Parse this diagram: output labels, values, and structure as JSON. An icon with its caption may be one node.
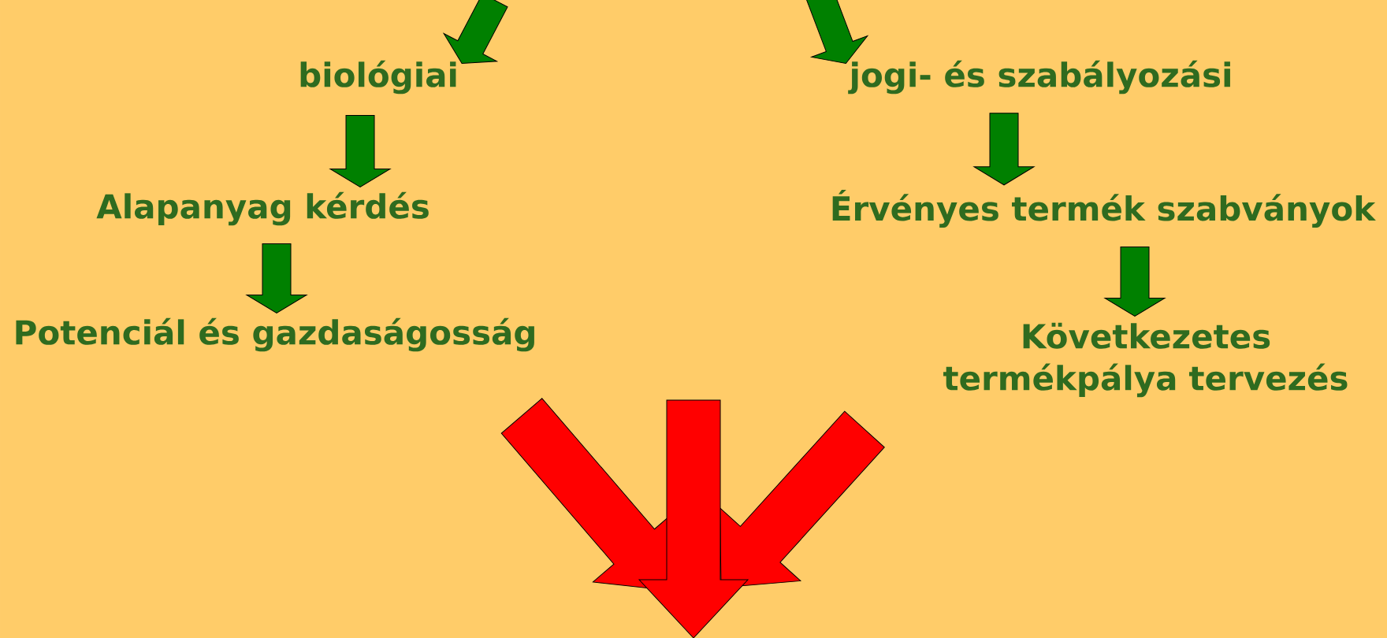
{
  "diagram": {
    "nodes": [
      {
        "text": [
          "biológiai"
        ]
      },
      {
        "text": [
          "jogi- és szabályozási"
        ]
      },
      {
        "text": [
          "Alapanyag kérdés"
        ]
      },
      {
        "text": [
          "Érvényes termék szabványok"
        ]
      },
      {
        "text": [
          "Potenciál és gazdaságosság"
        ]
      },
      {
        "text": [
          "Következetes termékpálya tervezés"
        ]
      }
    ],
    "edges": [
      {
        "from": null,
        "to": 0,
        "arrow": "to"
      },
      {
        "from": null,
        "to": 1,
        "arrow": "to"
      },
      {
        "from": 0,
        "to": 2,
        "arrow": "to"
      },
      {
        "from": 2,
        "to": 4,
        "arrow": "to"
      },
      {
        "from": 1,
        "to": 3,
        "arrow": "to"
      },
      {
        "from": 3,
        "to": 5,
        "arrow": "to"
      }
    ]
  }
}
